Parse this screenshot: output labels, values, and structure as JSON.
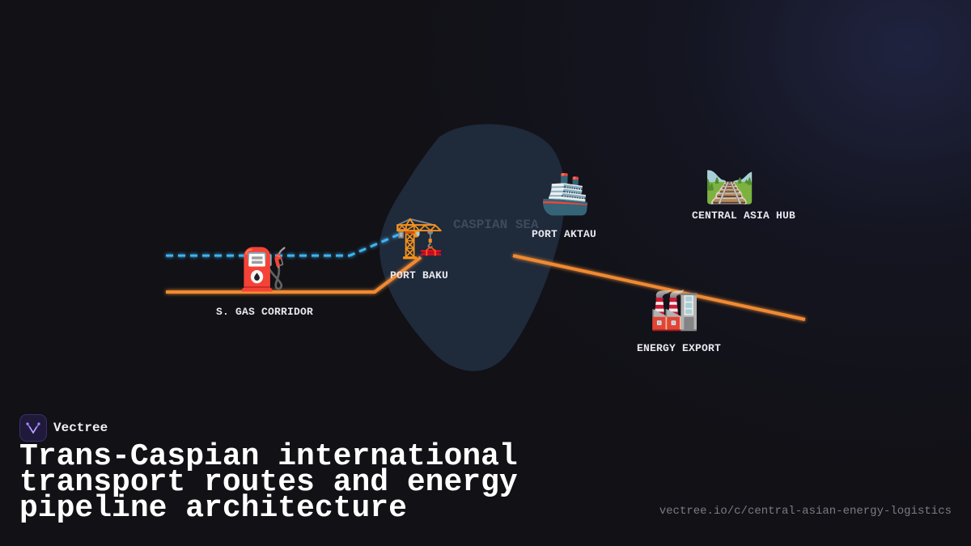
{
  "diagram": {
    "sea_label": "CASPIAN SEA",
    "nodes": [
      {
        "id": "gas",
        "label": "S. GAS CORRIDOR",
        "icon": "fuel-pump-icon",
        "glyph": "⛽"
      },
      {
        "id": "baku",
        "label": "PORT BAKU",
        "icon": "crane-icon",
        "glyph": "🏗️"
      },
      {
        "id": "aktau",
        "label": "PORT AKTAU",
        "icon": "ship-icon",
        "glyph": "🚢"
      },
      {
        "id": "hub",
        "label": "CENTRAL ASIA HUB",
        "icon": "railway-track-icon",
        "glyph": "🛤️"
      },
      {
        "id": "energy",
        "label": "ENERGY EXPORT",
        "icon": "factory-icon",
        "glyph": "🏭"
      }
    ],
    "routes": [
      {
        "type": "transport",
        "style": "dashed",
        "color": "#3db4f2"
      },
      {
        "type": "pipeline",
        "style": "solid",
        "color": "#f08a32"
      }
    ],
    "sea_color": "#1f2a3b"
  },
  "brand": {
    "name": "Vectree",
    "logo_icon": "vectree-logo-icon",
    "accent": "#8b5cf6"
  },
  "title": "Trans-Caspian international transport routes and energy pipeline architecture",
  "url": "vectree.io/c/central-asian-energy-logistics"
}
